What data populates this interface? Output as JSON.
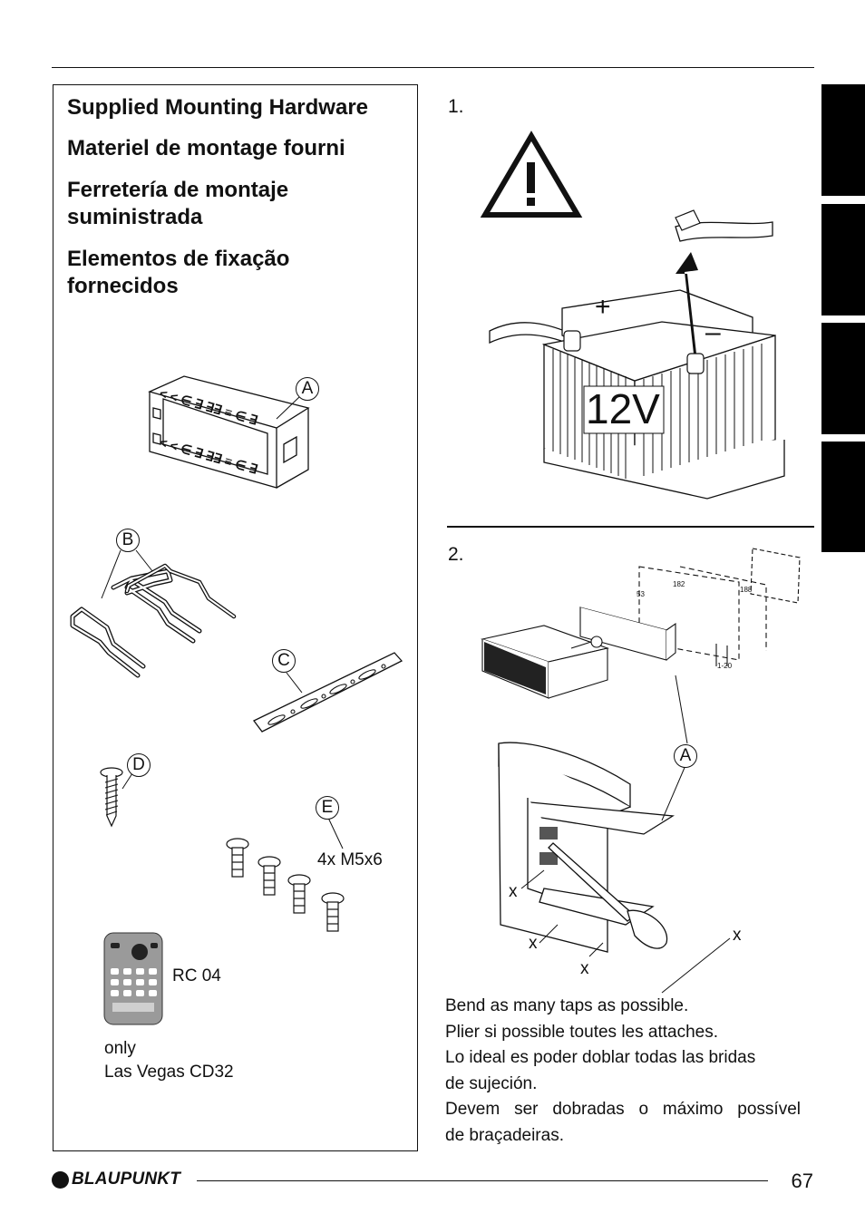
{
  "headings": [
    "Supplied Mounting Hardware",
    "Materiel de montage fourni",
    "Ferretería de montaje suministrada",
    "Elementos de fixação fornecidos"
  ],
  "parts": {
    "a": "A",
    "b": "B",
    "c": "C",
    "d": "D",
    "e": "E",
    "screws": "4x M5x6",
    "remote": "RC 04",
    "only": "only",
    "model": "Las Vegas CD32"
  },
  "steps": {
    "step1": "1.",
    "step2": "2.",
    "battery_label": "12V",
    "plus": "+",
    "minus": "–",
    "a": "A",
    "x": "x",
    "dim_182": "182",
    "dim_188": "188",
    "dim_53": "53",
    "dim_1_20": "1-20"
  },
  "caption": [
    "Bend as many taps as possible.",
    "Plier si possible toutes les attaches.",
    "Lo ideal es poder doblar todas las bridas",
    "de sujeción.",
    "Devem ser dobradas o máximo possível",
    "de braçadeiras."
  ],
  "footer": {
    "brand": "BLAUPUNKT",
    "page": "67"
  }
}
